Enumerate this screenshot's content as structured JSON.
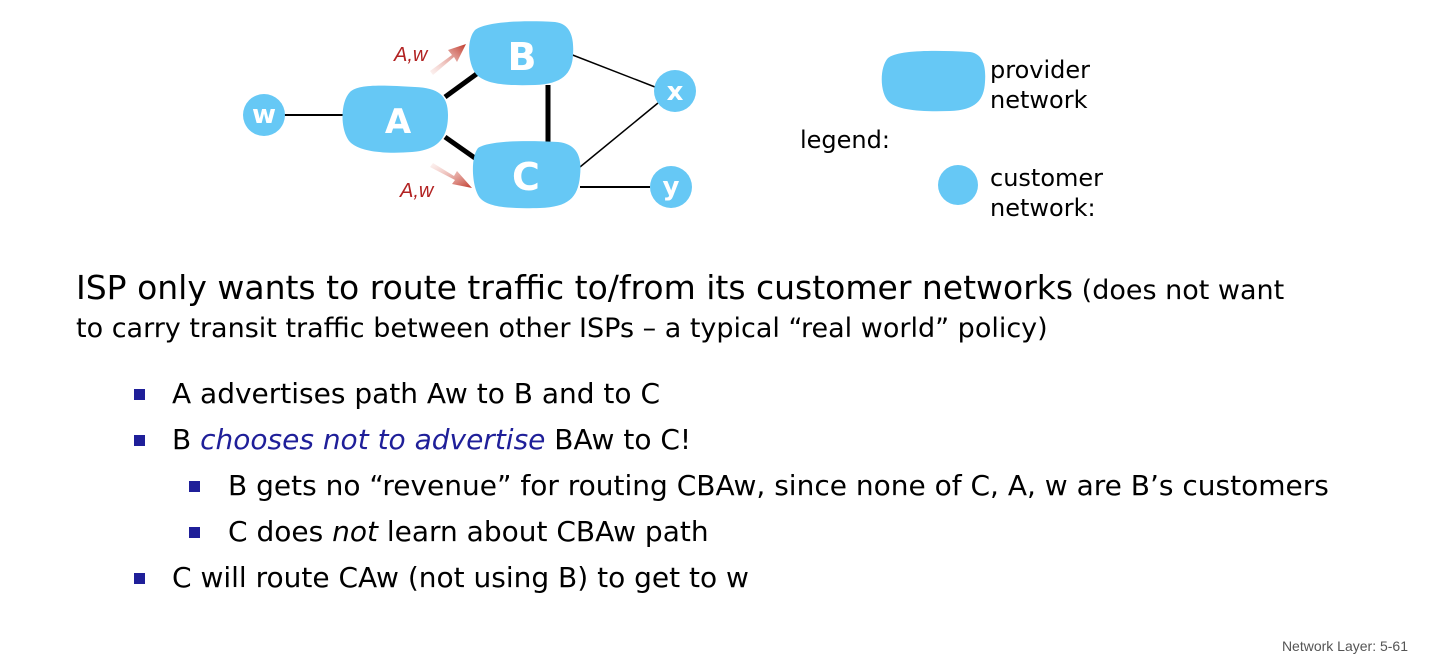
{
  "diagram": {
    "nodes": {
      "A": "A",
      "B": "B",
      "C": "C",
      "w": "w",
      "x": "x",
      "y": "y"
    },
    "arrow_label_top": "A,w",
    "arrow_label_bottom": "A,w"
  },
  "legend": {
    "title": "legend:",
    "provider_line1": "provider",
    "provider_line2": "network",
    "customer_line1": "customer",
    "customer_line2": "network:"
  },
  "heading": {
    "big": "ISP only wants to route traffic to/from its customer networks",
    "small": " (does not want",
    "line2": "to carry transit traffic between other ISPs – a typical “real world” policy)"
  },
  "bullets": {
    "b1": "A advertises path Aw to B and to C",
    "b2_pre": "B ",
    "b2_emph": "chooses not to advertise",
    "b2_post": " BAw to C!",
    "sub1": "B gets no “revenue” for routing CBAw, since none of  C, A, w are B’s customers",
    "sub2_pre": "C does ",
    "sub2_emph": "not",
    "sub2_post": " learn about CBAw path",
    "b3": "C will route CAw (not using B) to get to w"
  },
  "footer": "Network Layer: 5-61",
  "colors": {
    "node_fill": "#66c8f5",
    "arrow_red": "#c0392b",
    "bullet_blue": "#1f1f99"
  }
}
